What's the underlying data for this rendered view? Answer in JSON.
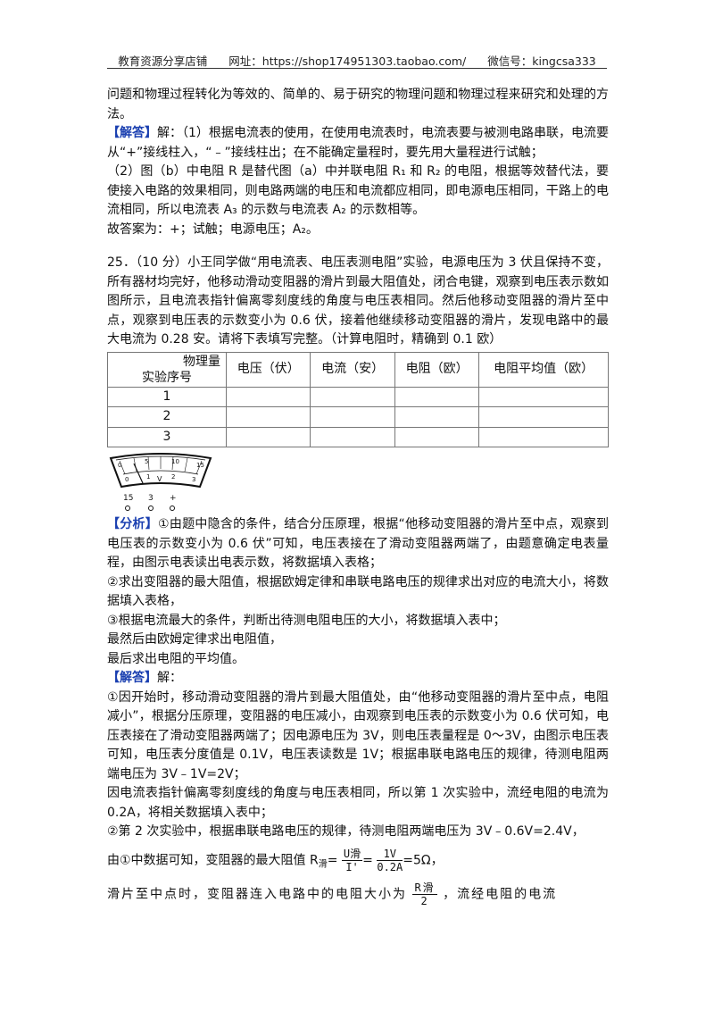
{
  "header": {
    "shop": "教育资源分享店铺",
    "url": "网址：https://shop174951303.taobao.com/",
    "wechat": "微信号：kingcsa333"
  },
  "p1": "问题和物理过程转化为等效的、简单的、易于研究的物理问题和物理过程来研究和处理的方法。",
  "ans1_tag": "【解答】",
  "ans1": "解：（1）根据电流表的使用，在使用电流表时，电流表要与被测电路串联，电流要从“+”接线柱入，“﹣”接线柱出；在不能确定量程时，要先用大量程进行试触；",
  "ans2": "（2）图（b）中电阻 R 是替代图（a）中并联电阻 R₁ 和 R₂ 的电阻，根据等效替代法，要使接入电路的效果相同，则电路两端的电压和电流都应相同，即电源电压相同，干路上的电流相同，所以电流表 A₃ 的示数与电流表 A₂ 的示数相等。",
  "ans3": "故答案为：+；试触；电源电压；A₂。",
  "q25": "25．（10 分）小王同学做“用电流表、电压表测电阻”实验，电源电压为 3 伏且保持不变，所有器材均完好，他移动滑动变阻器的滑片到最大阻值处，闭合电键，观察到电压表示数如图所示，且电流表指针偏离零刻度线的角度与电压表相同。然后他移动变阻器的滑片至中点，观察到电压表的示数变小为 0.6 伏，接着他继续移动变阻器的滑片，发现电路中的最大电流为 0.28 安。请将下表填写完整。（计算电阻时，精确到 0.1 欧）",
  "table": {
    "corner_top": "物理量",
    "corner_bottom": "实验序号",
    "headers": [
      "电压（伏）",
      "电流（安）",
      "电阻（欧）",
      "电阻平均值（欧）"
    ],
    "rows": [
      "1",
      "2",
      "3"
    ]
  },
  "meter": {
    "top_ticks": [
      "0",
      "5",
      "10",
      "15"
    ],
    "bottom_ticks": [
      "0",
      "1",
      "2",
      "3"
    ],
    "unit": "V",
    "terminals": [
      "15",
      "3",
      "+"
    ]
  },
  "analysis_tag": "【分析】",
  "analysis": [
    "①由题中隐含的条件，结合分压原理，根据“他移动变阻器的滑片至中点，观察到电压表的示数变小为 0.6 伏”可知，电压表接在了滑动变阻器两端了，由题意确定电表量程，由图示电表读出电表示数，将数据填入表格；",
    "②求出变阻器的最大阻值，根据欧姆定律和串联电路电压的规律求出对应的电流大小，将数据填入表格，",
    "③根据电流最大的条件，判断出待测电阻电压的大小，将数据填入表中；",
    "最然后由欧姆定律求出电阻值，",
    "最后求出电阻的平均值。"
  ],
  "solution_tag": "【解答】",
  "solution_head": "解：",
  "solution": [
    "①因开始时，移动滑动变阻器的滑片到最大阻值处，由“他移动变阻器的滑片至中点，电阻减小”，根据分压原理，变阻器的电压减小，由观察到电压表的示数变小为 0.6 伏可知，电压表接在了滑动变阻器两端了；因电源电压为 3V，则电压表量程是 0～3V，由图示电压表可知，电压表分度值是 0.1V，电压表读数是 1V；根据串联电路电压的规律，待测电阻两端电压为 3V﹣1V=2V；",
    "因电流表指针偏离零刻度线的角度与电压表相同，所以第 1 次实验中，流经电阻的电流为 0.2A，将相关数据填入表中；",
    "②第 2 次实验中，根据串联电路电压的规律，待测电阻两端电压为 3V﹣0.6V=2.4V，"
  ],
  "formula": {
    "prefix": "由①中数据可知，变阻器的最大阻值 R",
    "sub": "滑",
    "eq": "=",
    "num1": "U滑",
    "den1": "I'",
    "num2": "1V",
    "den2": "0.2A",
    "result": "=5Ω，"
  },
  "last": {
    "before": "滑片至中点时，变阻器连入电路中的电阻大小为",
    "num": "R滑",
    "den": "2",
    "after": "，流经电阻的电流"
  }
}
